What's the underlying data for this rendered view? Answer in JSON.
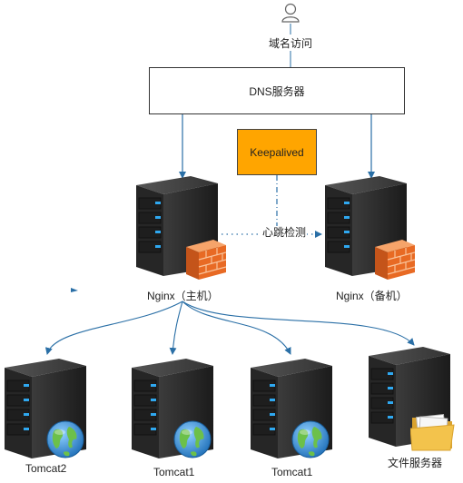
{
  "nodes": {
    "user_label": "域名访问",
    "dns_label": "DNS服务器",
    "keepalived_label": "Keepalived",
    "heartbeat_label": "心跳检测",
    "nginx_master_label": "Nginx（主机）",
    "nginx_backup_label": "Nginx（备机）",
    "tomcat_labels": [
      "Tomcat2",
      "Tomcat1",
      "Tomcat1"
    ],
    "file_server_label": "文件服务器"
  },
  "colors": {
    "arrow": "#2a6fa6",
    "keepalived_fill": "#ffa500",
    "server_body": "#2e2e2e",
    "firewall": "#f07a2e",
    "globe": "#3b8fd6",
    "folder": "#f3c34c"
  },
  "icons": [
    "user-icon",
    "server-icon",
    "firewall-icon",
    "globe-icon",
    "folder-icon"
  ]
}
